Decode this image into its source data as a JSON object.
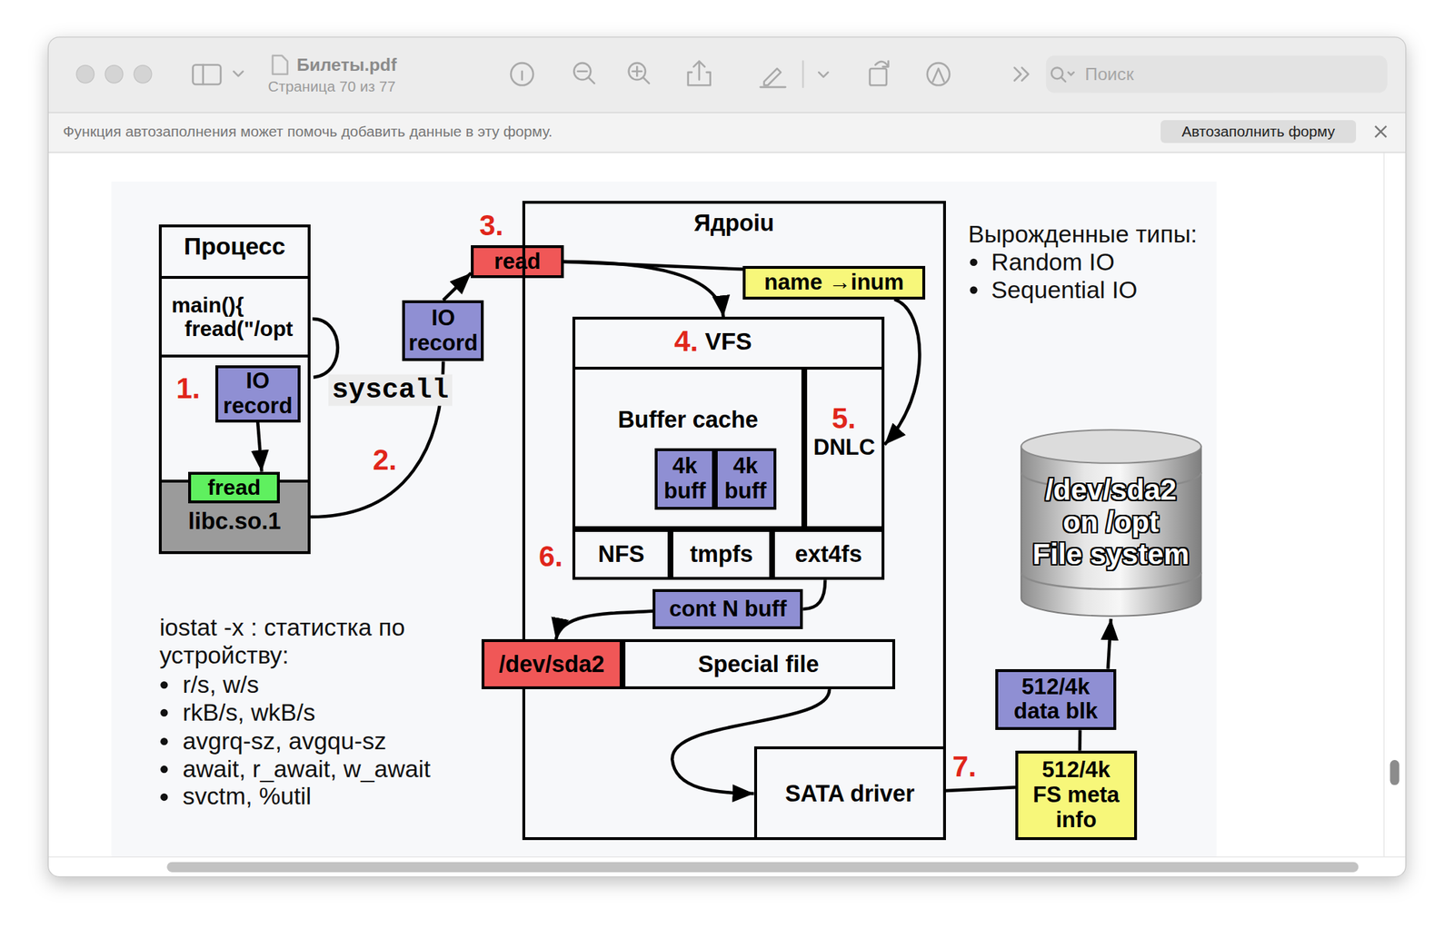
{
  "diagram": {
    "nodes": [
      {
        "text": [
          "Поиск"
        ]
      },
      {
        "text": [
          "Автозаполнить форму"
        ]
      },
      {
        "text": [
          "Процесс"
        ]
      },
      {
        "text": [
          "main(){ fread(\"/opt"
        ],
        "in": 2
      },
      {
        "text": [
          "IO record"
        ],
        "in": 2
      },
      {
        "text": [
          "libc.so.1"
        ],
        "in": 2
      },
      {
        "text": [
          "fread"
        ],
        "in": 5
      },
      {
        "text": [
          "IO record"
        ]
      },
      {
        "text": [
          "read"
        ]
      },
      {
        "text": [
          "Ядроiu"
        ]
      },
      {
        "text": [
          "name →inum"
        ],
        "in": 9
      },
      {
        "text": [
          "VFS"
        ],
        "in": 9
      },
      {
        "text": [
          "Buffer cache"
        ],
        "in": 11
      },
      {
        "text": [
          "4k buff"
        ],
        "in": 12
      },
      {
        "text": [
          "4k buff"
        ],
        "in": 12
      },
      {
        "text": [
          "DNLC"
        ],
        "in": 11
      },
      {
        "text": [
          "NFS"
        ],
        "in": 11
      },
      {
        "text": [
          "tmpfs"
        ],
        "in": 11
      },
      {
        "text": [
          "ext4fs"
        ],
        "in": 11
      },
      {
        "text": [
          "cont N buff"
        ],
        "in": 9
      },
      {
        "text": [
          "/dev/sda2"
        ],
        "in": 9
      },
      {
        "text": [
          "Special file"
        ],
        "in": 9
      },
      {
        "text": [
          "SATA driver"
        ],
        "in": 9
      },
      {
        "text": [
          "/dev/sda2 on /opt File system"
        ]
      },
      {
        "text": [
          "512/4k data blk"
        ]
      },
      {
        "text": [
          "512/4k FS meta info"
        ]
      }
    ],
    "edges": [
      {
        "from": 4,
        "to": 6,
        "arrow": "to"
      },
      {
        "from": 5,
        "to": 7,
        "arrow": "none"
      },
      {
        "from": 7,
        "to": 8,
        "arrow": "to"
      },
      {
        "from": 8,
        "to": 11,
        "arrow": "to"
      },
      {
        "from": 8,
        "to": 10,
        "arrow": "none"
      },
      {
        "from": 10,
        "to": 15,
        "arrow": "to"
      },
      {
        "from": 18,
        "to": 19,
        "arrow": "none"
      },
      {
        "from": 19,
        "to": 20,
        "arrow": "to"
      },
      {
        "from": 21,
        "to": 22,
        "arrow": "to"
      },
      {
        "from": 22,
        "to": 25,
        "arrow": "none"
      },
      {
        "from": 25,
        "to": 24,
        "arrow": "none"
      },
      {
        "from": 24,
        "to": 23,
        "arrow": "to"
      }
    ],
    "labels": [
      "Билеты.pdf",
      "Страница 70 из 77",
      "Функция автозаполнения может помочь добавить данные в эту форму.",
      "1.",
      "syscall",
      "2.",
      "3.",
      "4.",
      "5.",
      "6.",
      "7.",
      "Вырожденные типы:",
      "Random IO",
      "Sequential IO",
      "iostat -x : статистка по устройству:",
      "r/s, w/s",
      "rkB/s, wkB/s",
      "avgrq-sz, avgqu-sz",
      "await, r_await, w_await",
      "svctm, %util"
    ]
  }
}
